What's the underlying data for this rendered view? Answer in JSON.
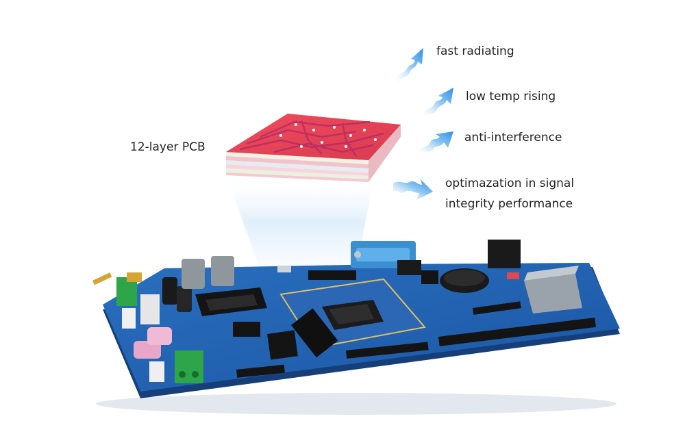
{
  "pcb_label": "12-layer PCB",
  "features": [
    {
      "lines": [
        "fast radiating"
      ],
      "icon": "heat-arrow-icon"
    },
    {
      "lines": [
        "low temp rising"
      ],
      "icon": "heat-arrow-icon"
    },
    {
      "lines": [
        "anti-interference"
      ],
      "icon": "heat-arrow-icon"
    },
    {
      "lines": [
        "optimazation in signal",
        "integrity performance"
      ],
      "icon": "heat-arrow-icon"
    }
  ],
  "colors": {
    "arrow": "#3d9be9",
    "arrow_light": "#b9dcf8",
    "board": "#1f5fae",
    "board_edge": "#163f7a",
    "pcb_red": "#e8394b",
    "pcb_trace": "#c02a63",
    "glow": "#d8ecfb"
  }
}
